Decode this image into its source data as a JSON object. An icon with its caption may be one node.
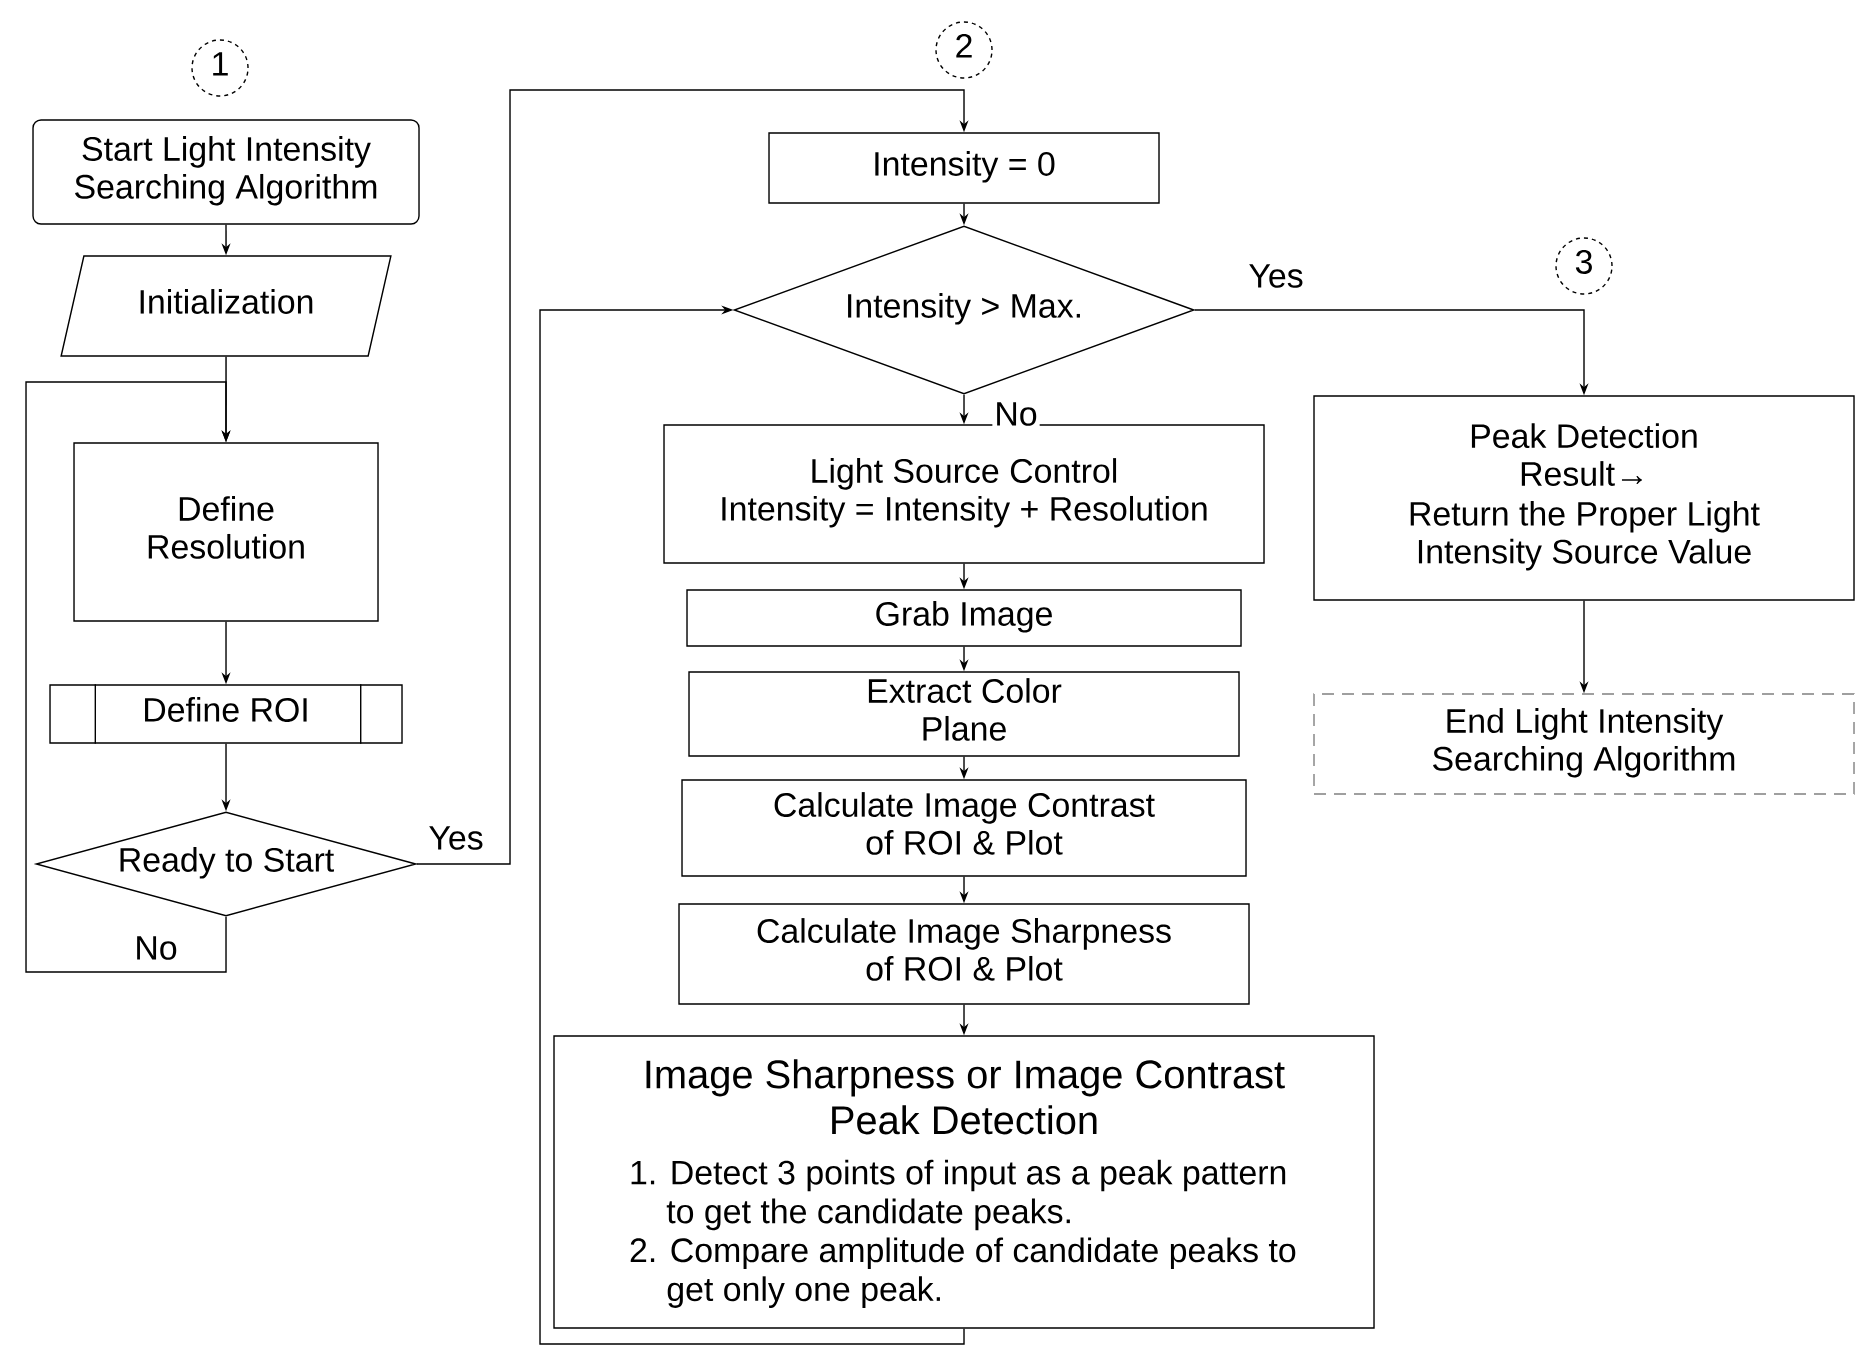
{
  "diagram": {
    "nodes": [
      {
        "text": [
          "1"
        ]
      },
      {
        "text": [
          "Start Light Intensity Searching Algorithm"
        ]
      },
      {
        "text": [
          "Initialization"
        ]
      },
      {
        "text": [
          "Define Resolution"
        ]
      },
      {
        "text": [
          "Define ROI"
        ]
      },
      {
        "text": [
          "Ready to Start"
        ]
      },
      {
        "text": [
          "2"
        ]
      },
      {
        "text": [
          "Intensity = 0"
        ]
      },
      {
        "text": [
          "Intensity > Max."
        ]
      },
      {
        "text": [
          "Light Source Control",
          "Intensity = Intensity + Resolution"
        ]
      },
      {
        "text": [
          "Grab Image"
        ]
      },
      {
        "text": [
          "Extract Color Plane"
        ]
      },
      {
        "text": [
          "Calculate Image Contrast of ROI & Plot"
        ]
      },
      {
        "text": [
          "Calculate Image Sharpness of ROI & Plot"
        ]
      },
      {
        "text": [
          "Image Sharpness or Image Contrast Peak Detection",
          "1. Detect 3 points of input as a peak pattern to get the candidate peaks.",
          "2. Compare amplitude of candidate peaks to get only one peak."
        ]
      },
      {
        "text": [
          "3"
        ]
      },
      {
        "text": [
          "Peak Detection Result→",
          "Return the Proper Light Intensity Source Value"
        ]
      },
      {
        "text": [
          "End Light Intensity Searching Algorithm"
        ]
      }
    ],
    "edges": [
      {
        "from": 1,
        "to": 2,
        "arrow": "to"
      },
      {
        "from": 2,
        "to": 3,
        "arrow": "to"
      },
      {
        "from": 3,
        "to": 4,
        "arrow": "to"
      },
      {
        "from": 4,
        "to": 5,
        "arrow": "to"
      },
      {
        "from": 5,
        "to": 3,
        "arrow": "to",
        "label": "No"
      },
      {
        "from": 5,
        "to": 7,
        "arrow": "to",
        "label": "Yes"
      },
      {
        "from": 7,
        "to": 8,
        "arrow": "to"
      },
      {
        "from": 8,
        "to": 9,
        "arrow": "to",
        "label": "No"
      },
      {
        "from": 9,
        "to": 10,
        "arrow": "to"
      },
      {
        "from": 10,
        "to": 11,
        "arrow": "to"
      },
      {
        "from": 11,
        "to": 12,
        "arrow": "to"
      },
      {
        "from": 12,
        "to": 13,
        "arrow": "to"
      },
      {
        "from": 13,
        "to": 14,
        "arrow": "to"
      },
      {
        "from": 14,
        "to": 8,
        "arrow": "to"
      },
      {
        "from": 8,
        "to": 16,
        "arrow": "to",
        "label": "Yes"
      },
      {
        "from": 16,
        "to": 17,
        "arrow": "to"
      }
    ]
  }
}
